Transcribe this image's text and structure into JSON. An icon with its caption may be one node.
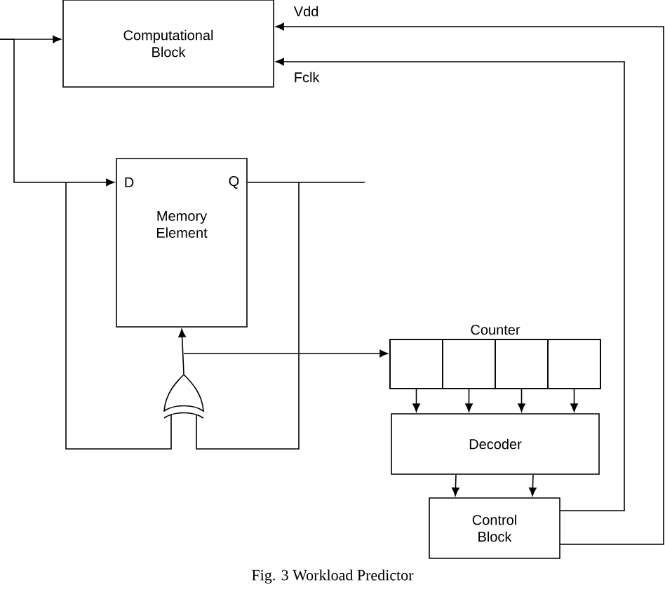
{
  "diagram": {
    "caption": "Fig. 3 Workload Predictor",
    "nodes": [
      {
        "text": [
          "Computational Block"
        ]
      },
      {
        "text": [
          "D",
          "Q",
          "Memory Element"
        ]
      },
      {
        "text": [],
        "shape": "gate"
      },
      {
        "text": [
          "Counter"
        ]
      },
      {
        "text": [],
        "shape": "box",
        "in": 3
      },
      {
        "text": [],
        "shape": "box",
        "in": 3
      },
      {
        "text": [],
        "shape": "box",
        "in": 3
      },
      {
        "text": [],
        "shape": "box",
        "in": 3
      },
      {
        "text": [
          "Decoder"
        ]
      },
      {
        "text": [
          "Control Block"
        ]
      }
    ],
    "edges": [
      {
        "from": null,
        "to": 0,
        "arrow": "to"
      },
      {
        "from": null,
        "to": 1,
        "arrow": "to"
      },
      {
        "from": null,
        "to": 2,
        "arrow": "none"
      },
      {
        "from": 1,
        "to": null,
        "arrow": "none"
      },
      {
        "from": 1,
        "to": 2,
        "arrow": "none"
      },
      {
        "from": 2,
        "to": 1,
        "arrow": "to"
      },
      {
        "from": 2,
        "to": 3,
        "arrow": "to"
      },
      {
        "from": 4,
        "to": 8,
        "arrow": "to"
      },
      {
        "from": 5,
        "to": 8,
        "arrow": "to"
      },
      {
        "from": 6,
        "to": 8,
        "arrow": "to"
      },
      {
        "from": 7,
        "to": 8,
        "arrow": "to"
      },
      {
        "from": 8,
        "to": 9,
        "arrow": "to"
      },
      {
        "from": 8,
        "to": 9,
        "arrow": "to"
      },
      {
        "from": 9,
        "to": 0,
        "arrow": "to",
        "label": "Vdd"
      },
      {
        "from": 9,
        "to": 0,
        "arrow": "to",
        "label": "Fclk"
      }
    ]
  }
}
